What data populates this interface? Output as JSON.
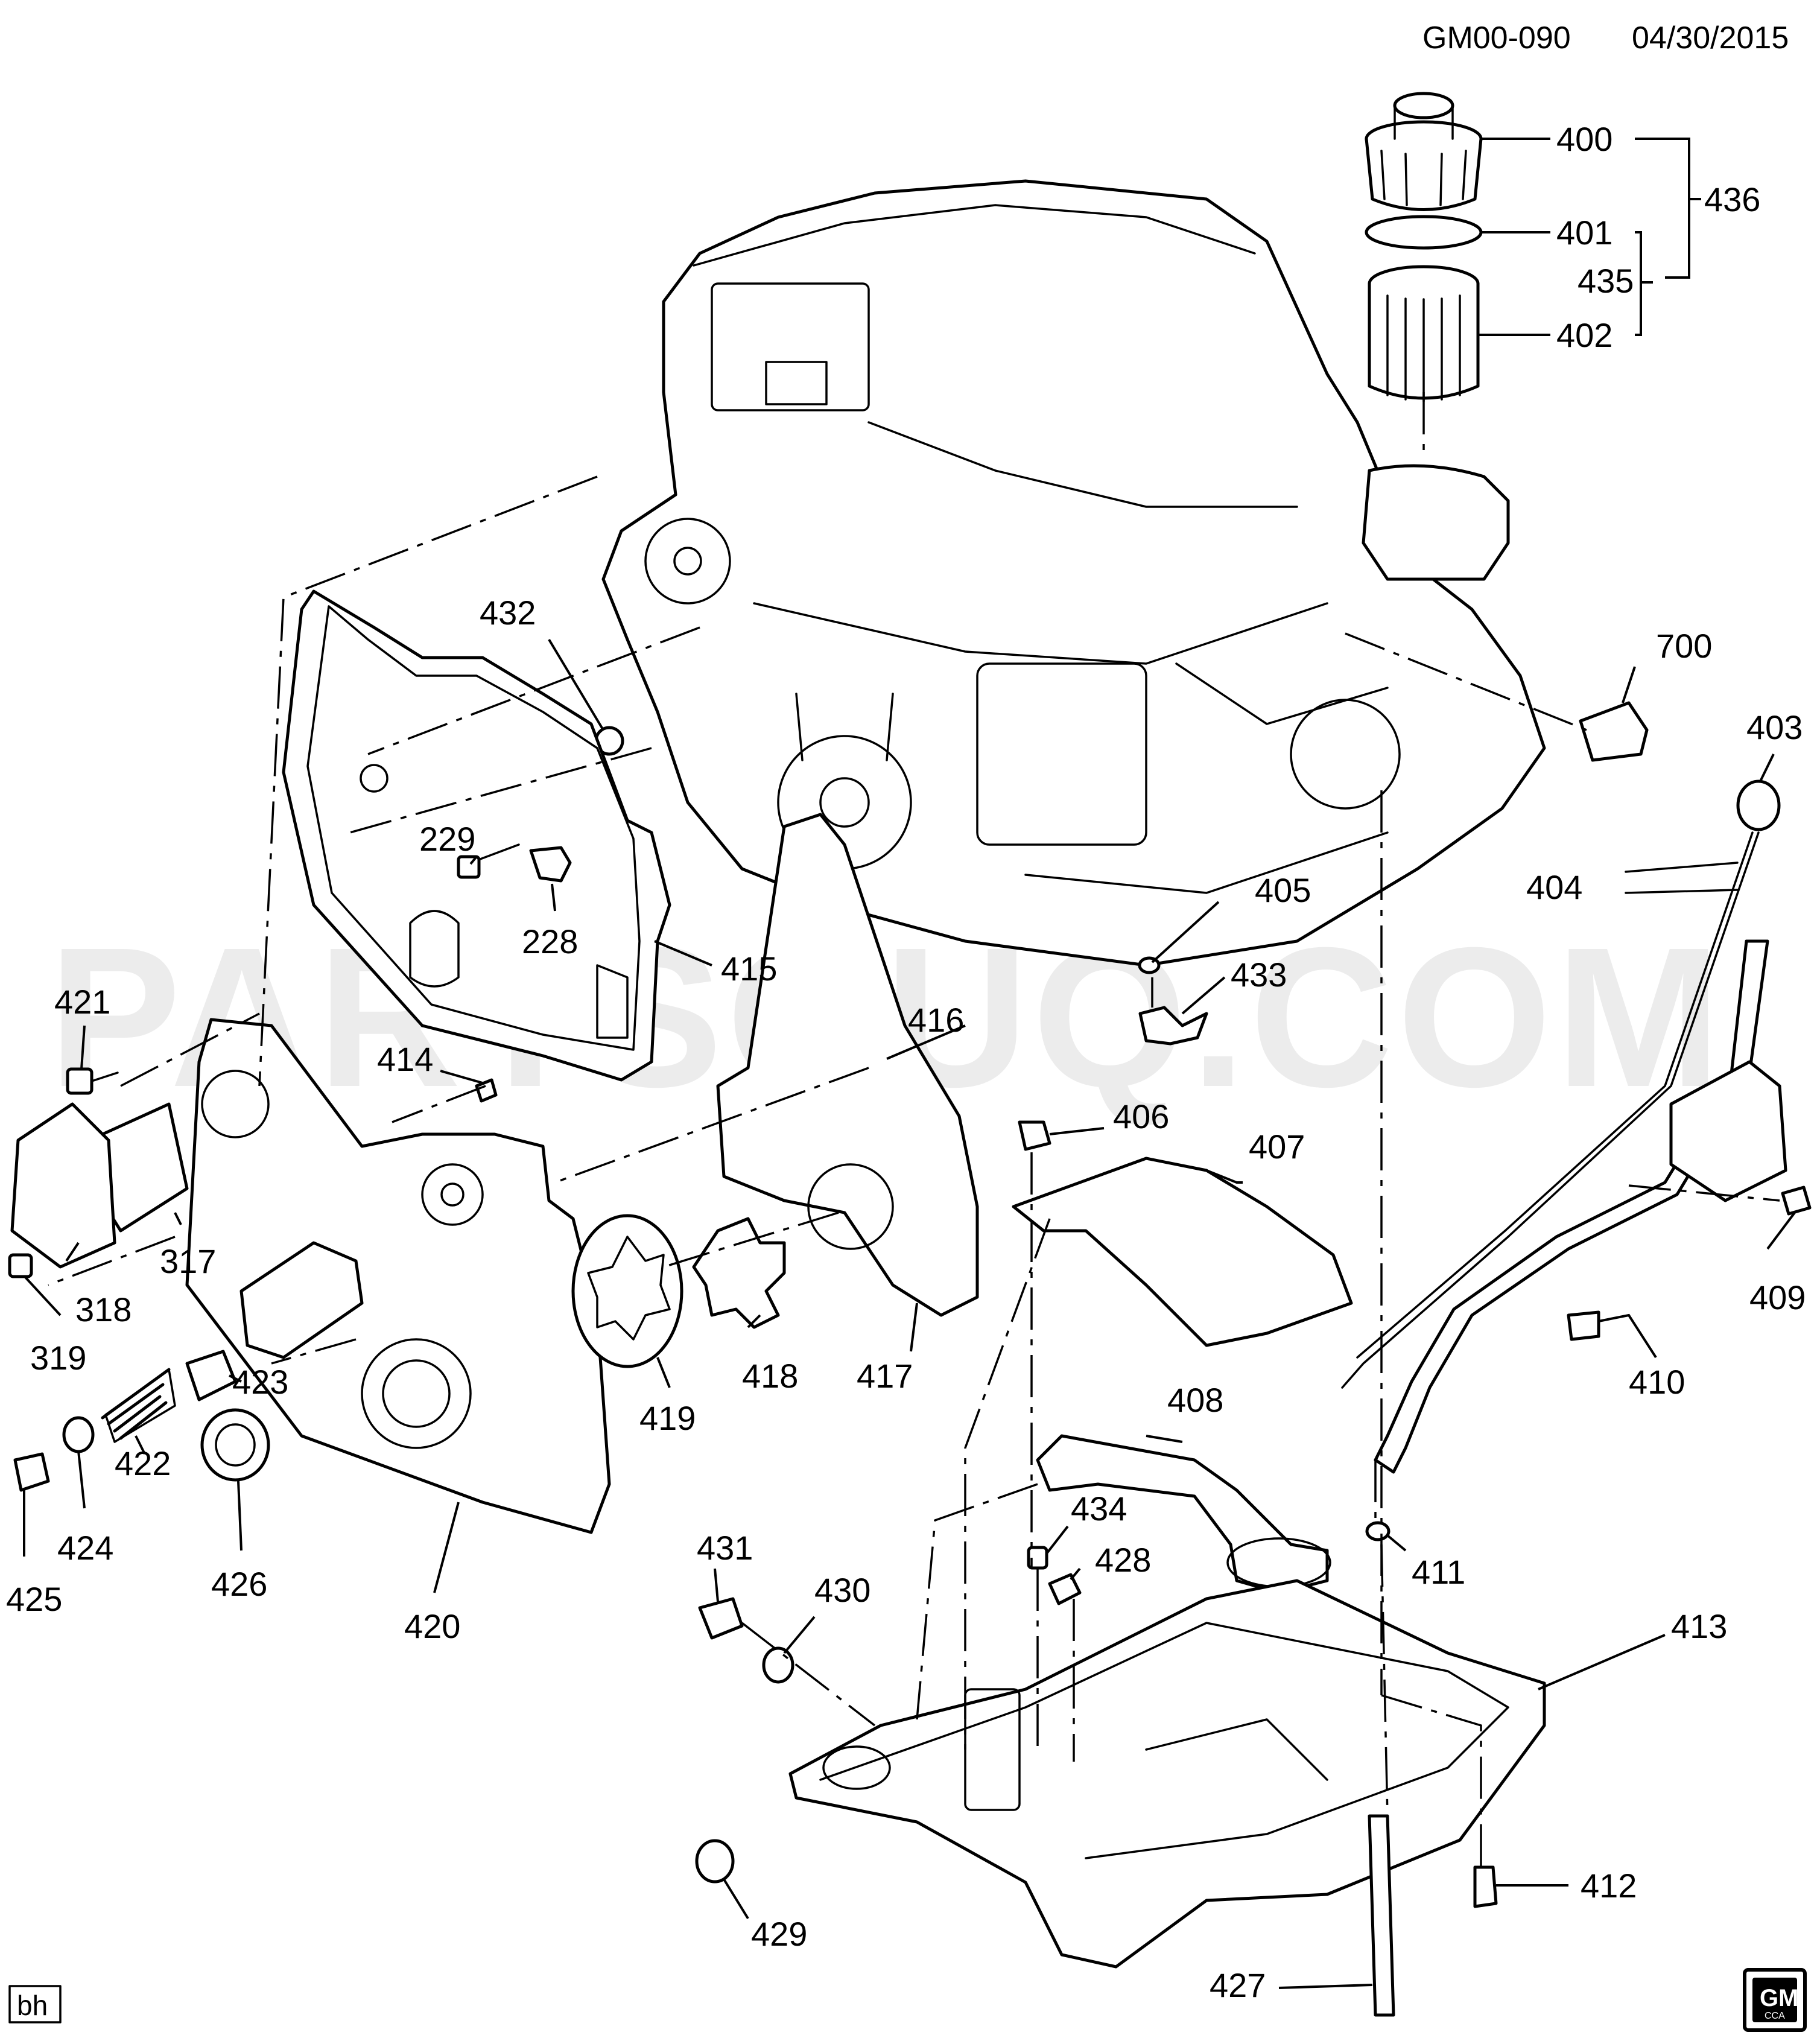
{
  "header": {
    "diagram_code": "GM00-090",
    "date": "04/30/2015"
  },
  "watermark": "PARTSOUQ.COM",
  "footer": {
    "author_tag": "bh"
  },
  "logo": {
    "text": "GM",
    "subtext": "CCA"
  },
  "callouts": [
    "400",
    "401",
    "402",
    "435",
    "436",
    "403",
    "404",
    "405",
    "433",
    "700",
    "432",
    "229",
    "228",
    "415",
    "421",
    "416",
    "414",
    "317",
    "318",
    "319",
    "423",
    "422",
    "424",
    "425",
    "426",
    "420",
    "419",
    "418",
    "417",
    "406",
    "407",
    "409",
    "410",
    "408",
    "411",
    "434",
    "428",
    "431",
    "430",
    "413",
    "429",
    "412",
    "427"
  ]
}
